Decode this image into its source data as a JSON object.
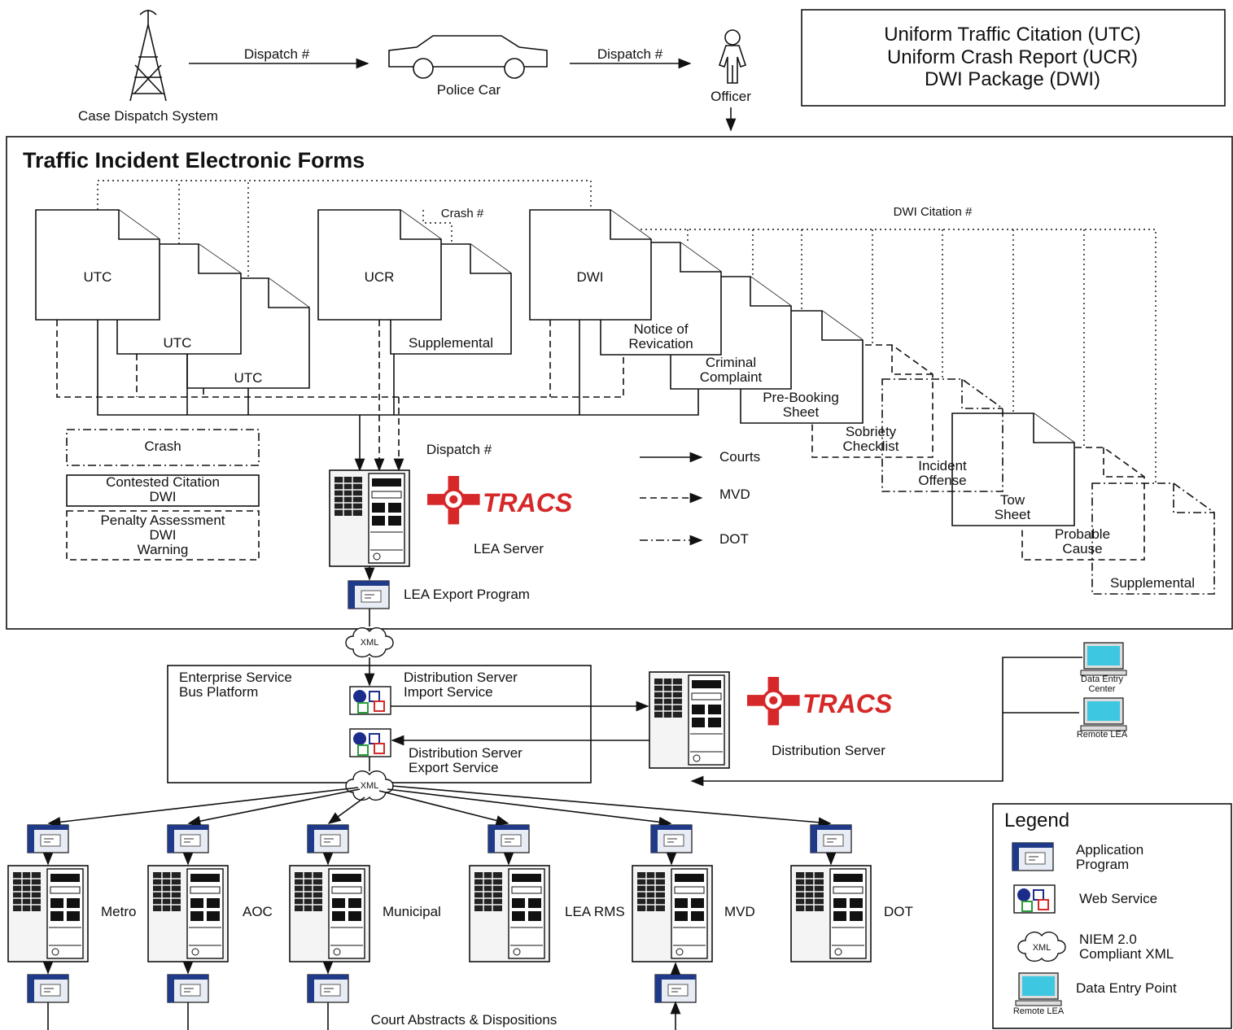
{
  "header": {
    "dispatch_system": "Case Dispatch System",
    "dispatch_1": "Dispatch #",
    "police_car": "Police Car",
    "dispatch_2": "Dispatch #",
    "officer": "Officer",
    "info_lines": [
      "Uniform Traffic Citation (UTC)",
      "Uniform Crash Report (UCR)",
      "DWI Package (DWI)"
    ]
  },
  "forms": {
    "title": "Traffic Incident Electronic Forms",
    "crash_num": "Crash #",
    "dwi_citation_num": "DWI Citation #",
    "utc1": "UTC",
    "utc2": "UTC",
    "utc3": "UTC",
    "ucr": "UCR",
    "supplemental1": "Supplemental",
    "dwi": "DWI",
    "notice": [
      "Notice of",
      "Revication"
    ],
    "criminal": [
      "Criminal",
      "Complaint"
    ],
    "prebooking": [
      "Pre-Booking",
      "Sheet"
    ],
    "sobriety": [
      "Sobriety",
      "Checklist"
    ],
    "incident": [
      "Incident",
      "Offense"
    ],
    "tow": [
      "Tow",
      "Sheet"
    ],
    "probable": [
      "Probable",
      "Cause"
    ],
    "supplemental2": "Supplemental",
    "crash_box": "Crash",
    "contested": [
      "Contested Citation",
      "DWI"
    ],
    "penalty": [
      "Penalty Assessment",
      "DWI",
      "Warning"
    ],
    "dispatch_num": "Dispatch #",
    "lea_server": "LEA Server",
    "lea_export": "LEA Export Program"
  },
  "line_legend": {
    "courts": "Courts",
    "mvd": "MVD",
    "dot": "DOT"
  },
  "tracs_logo": "TRACS",
  "xml": "XML",
  "esb": {
    "title": [
      "Enterprise Service",
      "Bus Platform"
    ],
    "import": [
      "Distribution Server",
      "Import Service"
    ],
    "export": [
      "Distribution Server",
      "Export Service"
    ]
  },
  "distribution": {
    "server": "Distribution Server",
    "data_entry": [
      "Data Entry",
      "Center"
    ],
    "remote_lea": "Remote LEA"
  },
  "agencies": [
    "Metro",
    "AOC",
    "Municipal",
    "LEA RMS",
    "MVD",
    "DOT"
  ],
  "court_abstracts": "Court Abstracts & Dispositions",
  "legend": {
    "title": "Legend",
    "app": [
      "Application",
      "Program"
    ],
    "web": "Web Service",
    "niem": [
      "NIEM 2.0",
      "Compliant XML"
    ],
    "dep": "Data Entry Point",
    "remote": "Remote LEA"
  },
  "colors": {
    "logo_red": "#d62828",
    "screen": "#3ec7e0",
    "app_blue": "#203a8a"
  }
}
